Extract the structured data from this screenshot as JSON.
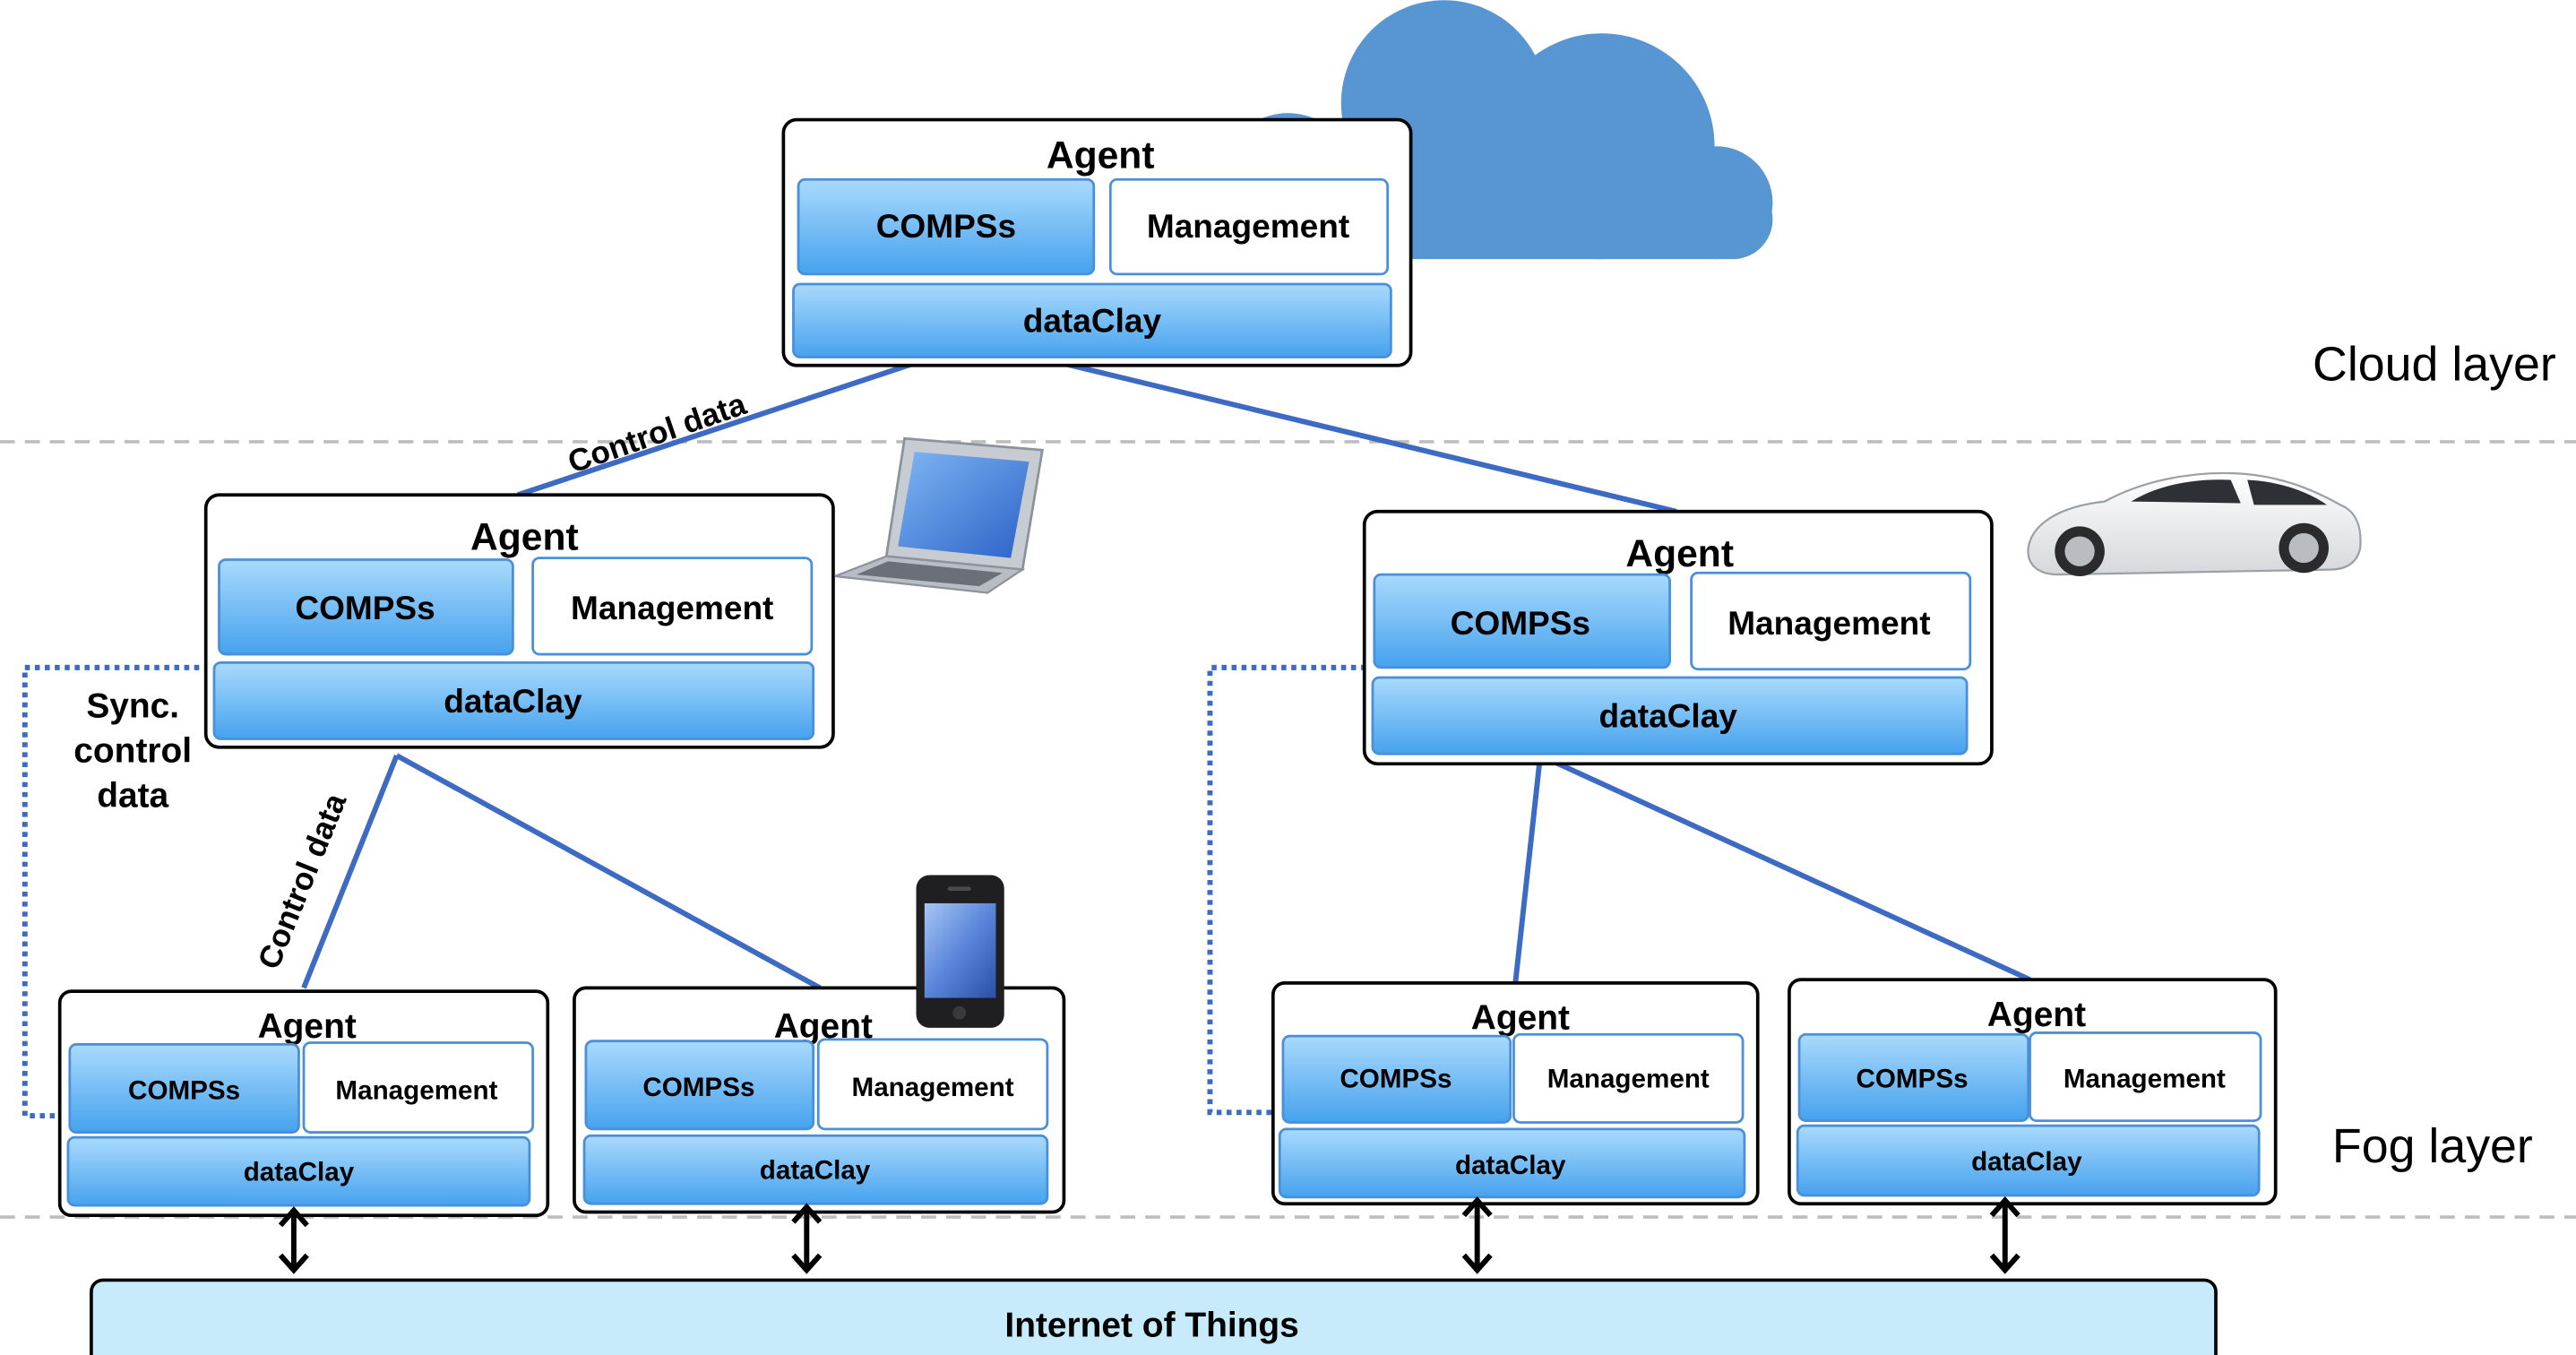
{
  "colors": {
    "accent_line": "#3d6bc4",
    "component_fill_top": "#9fd4fb",
    "component_fill_bottom": "#45a3ee",
    "component_border": "#4a8fd9",
    "iot_fill": "#c8ebfb",
    "cloud": "#5795d3",
    "divider": "#bdbdbd"
  },
  "layers": {
    "cloud": "Cloud layer",
    "fog": "Fog layer"
  },
  "agents": {
    "cloud": {
      "title": "Agent",
      "compss": "COMPSs",
      "management": "Management",
      "dataclay": "dataClay"
    },
    "laptop": {
      "title": "Agent",
      "compss": "COMPSs",
      "management": "Management",
      "dataclay": "dataClay"
    },
    "car": {
      "title": "Agent",
      "compss": "COMPSs",
      "management": "Management",
      "dataclay": "dataClay"
    },
    "fog1": {
      "title": "Agent",
      "compss": "COMPSs",
      "management": "Management",
      "dataclay": "dataClay"
    },
    "fog2": {
      "title": "Agent",
      "compss": "COMPSs",
      "management": "Management",
      "dataclay": "dataClay"
    },
    "fog3": {
      "title": "Agent",
      "compss": "COMPSs",
      "management": "Management",
      "dataclay": "dataClay"
    },
    "fog4": {
      "title": "Agent",
      "compss": "COMPSs",
      "management": "Management",
      "dataclay": "dataClay"
    }
  },
  "labels": {
    "control_data_top": "Control data",
    "control_data_left": "Control data",
    "sync_line1": "Sync.",
    "sync_line2": "control",
    "sync_line3": "data"
  },
  "iot": {
    "label": "Internet of Things"
  },
  "icons": [
    "cloud-icon",
    "laptop-icon",
    "smartphone-icon",
    "car-icon"
  ]
}
